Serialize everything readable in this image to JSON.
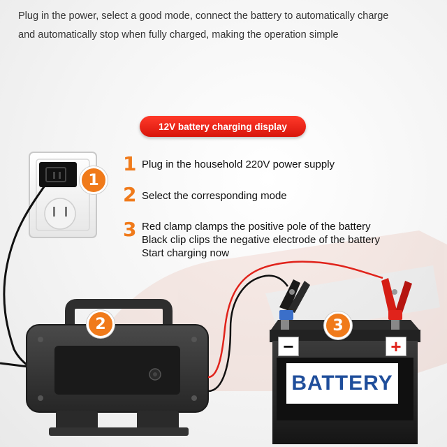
{
  "intro": {
    "line1": "Plug in the power, select a good mode, connect the battery to automatically charge",
    "line2": "and automatically stop when fully charged, making the operation simple"
  },
  "banner": {
    "label": "12V battery charging display"
  },
  "steps": [
    {
      "num": "1",
      "lines": [
        "Plug in the household 220V power supply"
      ]
    },
    {
      "num": "2",
      "lines": [
        "Select the corresponding mode"
      ]
    },
    {
      "num": "3",
      "lines": [
        "Red clamp clamps the positive pole of the battery",
        "Black clip clips the negative electrode of the battery",
        "Start charging now"
      ]
    }
  ],
  "badges": {
    "outlet": "1",
    "charger": "2",
    "battery": "3"
  },
  "battery": {
    "label": "BATTERY",
    "negative": "−",
    "positive": "+"
  },
  "colors": {
    "accent_orange": "#f07a1a",
    "banner_red": "#e41e12",
    "battery_blue": "#1f4e9b",
    "cable_red": "#e0231b",
    "charger_body": "#3a3a3a"
  }
}
